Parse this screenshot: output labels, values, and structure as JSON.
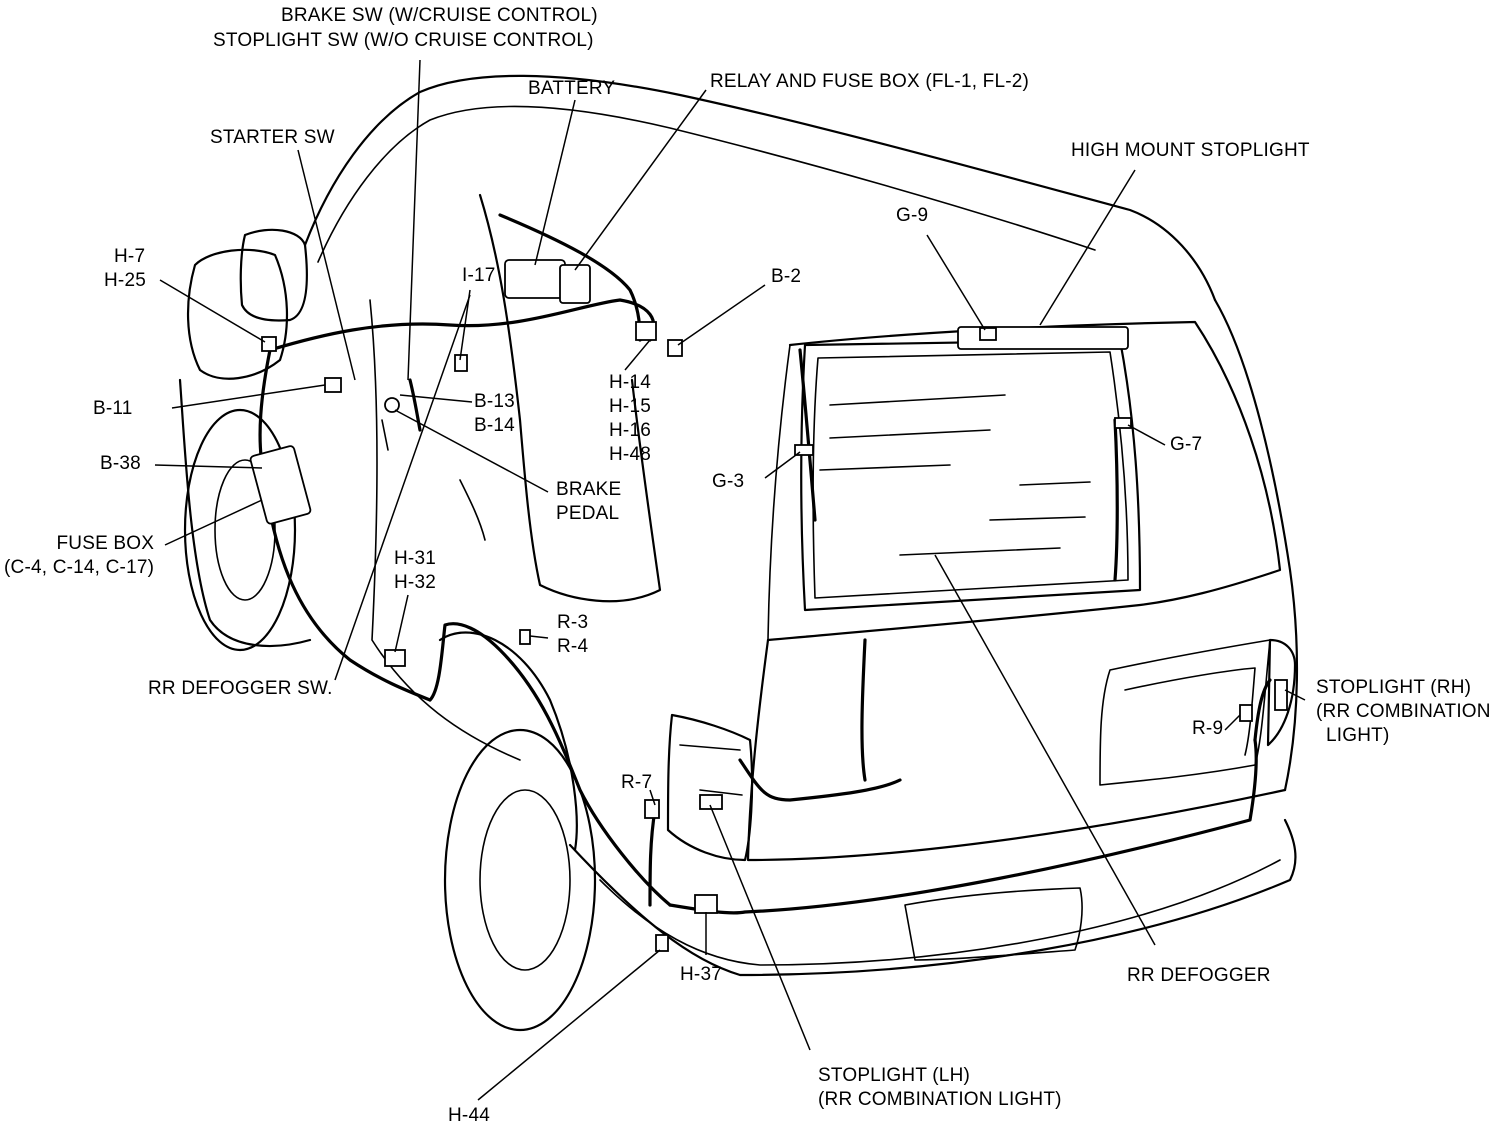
{
  "labels": {
    "brake_sw": "BRAKE SW (W/CRUISE CONTROL)",
    "stoplight_sw": "STOPLIGHT SW (W/O CRUISE CONTROL)",
    "battery": "BATTERY",
    "relay_fuse_box": "RELAY AND FUSE BOX  (FL-1, FL-2)",
    "starter_sw": "STARTER SW",
    "high_mount_stoplight": "HIGH MOUNT STOPLIGHT",
    "g9": "G-9",
    "h7": "H-7",
    "h25": "H-25",
    "i17": "I-17",
    "b2": "B-2",
    "b11": "B-11",
    "b13": "B-13",
    "b14": "B-14",
    "h14": "H-14",
    "h15": "H-15",
    "h16": "H-16",
    "h48": "H-48",
    "g7": "G-7",
    "b38": "B-38",
    "g3": "G-3",
    "brake": "BRAKE",
    "pedal": "PEDAL",
    "fuse_box": "FUSE BOX",
    "fuse_box_codes": "(C-4, C-14, C-17)",
    "h31": "H-31",
    "h32": "H-32",
    "r3": "R-3",
    "r4": "R-4",
    "rr_defogger_sw": "RR DEFOGGER SW.",
    "stoplight_rh": "STOPLIGHT (RH)",
    "rr_combination": "(RR COMBINATION",
    "light_close": "LIGHT)",
    "r9": "R-9",
    "r7": "R-7",
    "h37": "H-37",
    "rr_defogger": "RR DEFOGGER",
    "stoplight_lh": "STOPLIGHT (LH)",
    "rr_combination_light": "(RR COMBINATION LIGHT)",
    "h44": "H-44"
  },
  "colors": {
    "ink": "#000000",
    "paper": "#ffffff"
  }
}
